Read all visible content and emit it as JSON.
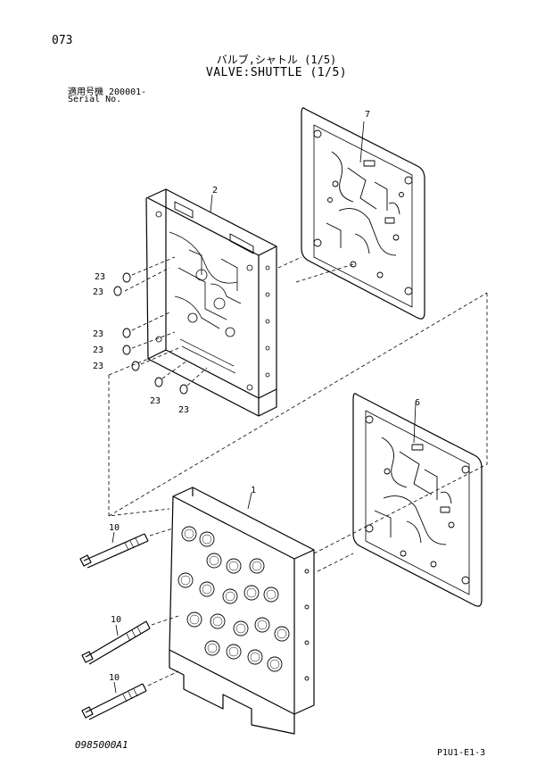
{
  "header": {
    "page_number": "073",
    "title_jp": "バルブ,シャトル (1/5)",
    "title_en": "VALVE:SHUTTLE (1/5)",
    "serial_jp": "適用号機  200001-",
    "serial_en": "Serial No."
  },
  "callouts": {
    "c1": "1",
    "c2": "2",
    "c6": "6",
    "c7": "7",
    "c10a": "10",
    "c10b": "10",
    "c10c": "10",
    "c23a": "23",
    "c23b": "23",
    "c23c": "23",
    "c23d": "23",
    "c23e": "23",
    "c23f": "23",
    "c23g": "23"
  },
  "footer": {
    "drawing_code": "0985000A1",
    "page_ref": "P1U1-E1-3"
  }
}
